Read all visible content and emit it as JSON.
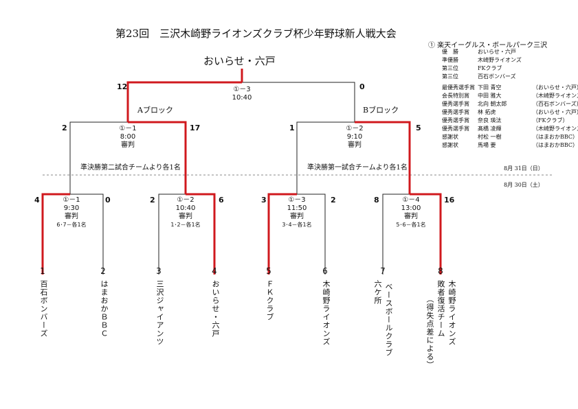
{
  "title": "第23回　三沢木崎野ライオンズクラブ杯少年野球新人戦大会",
  "champion": "おいらせ・六戸",
  "blocks": {
    "a": "Aブロック",
    "b": "Bブロック"
  },
  "final": {
    "label": "①－3",
    "time": "10:40",
    "score_left": "12",
    "score_right": "0"
  },
  "semis": [
    {
      "label": "①－1",
      "time": "8:00",
      "referee": "審判",
      "score_left": "2",
      "score_right": "17",
      "note": "準決勝第二試合チームより各1名"
    },
    {
      "label": "①－2",
      "time": "9:10",
      "referee": "審判",
      "score_left": "1",
      "score_right": "5",
      "note": "準決勝第一試合チームより各1名"
    }
  ],
  "first_round": [
    {
      "label": "①－1",
      "time": "9:30",
      "referee": "審判",
      "ref_note": "6･7－各1名",
      "score_left": "4",
      "score_right": "0"
    },
    {
      "label": "①－2",
      "time": "10:40",
      "referee": "審判",
      "ref_note": "1･2－各1名",
      "score_left": "2",
      "score_right": "6"
    },
    {
      "label": "①－3",
      "time": "11:50",
      "referee": "審判",
      "ref_note": "3･4－各1名",
      "score_left": "3",
      "score_right": "2"
    },
    {
      "label": "①－4",
      "time": "13:00",
      "referee": "審判",
      "ref_note": "5･6－各1名",
      "score_left": "8",
      "score_right": "16"
    }
  ],
  "teams": [
    {
      "seed": "1",
      "name": "百石ボンバーズ"
    },
    {
      "seed": "2",
      "name": "はまおかＢＢＣ"
    },
    {
      "seed": "3",
      "name": "三沢ジャイアンツ"
    },
    {
      "seed": "4",
      "name": "おいらせ・六戸"
    },
    {
      "seed": "5",
      "name": "ＦＫクラブ"
    },
    {
      "seed": "6",
      "name": "木崎野ライオンズ"
    },
    {
      "seed": "7",
      "name_a": "ベースボールクラブ",
      "name_b": "六ケ所"
    },
    {
      "seed": "8",
      "name_a": "木崎野ライオンズ",
      "name_b": "敗者復活チーム",
      "name_c": "（得失点差による）"
    }
  ],
  "results": {
    "venue": "① 楽天イーグルス・ボールパーク三沢",
    "rows": [
      {
        "label": "優　勝",
        "name": "おいらせ・六戸",
        "team": ""
      },
      {
        "label": "準優勝",
        "name": "木崎野ライオンズ",
        "team": ""
      },
      {
        "label": "第三位",
        "name": "FKクラブ",
        "team": ""
      },
      {
        "label": "第三位",
        "name": "百石ボンバーズ",
        "team": ""
      },
      {
        "label": "最優秀選手賞",
        "name": "下田 青空",
        "team": "（おいらせ・六戸）"
      },
      {
        "label": "会長特別賞",
        "name": "中田 雅大",
        "team": "（木崎野ライオンズ）"
      },
      {
        "label": "優秀選手賞",
        "name": "北向 朝太郎",
        "team": "（百石ボンバーズ）"
      },
      {
        "label": "優秀選手賞",
        "name": "林 拓虎",
        "team": "（おいらせ・六戸）"
      },
      {
        "label": "優秀選手賞",
        "name": "奈良 瑛汰",
        "team": "（FKクラブ）"
      },
      {
        "label": "優秀選手賞",
        "name": "髙橋 凌輝",
        "team": "（木崎野ライオンズ）"
      },
      {
        "label": "感謝状",
        "name": "村松 一樹",
        "team": "（はまおかBBC）"
      },
      {
        "label": "感謝状",
        "name": "馬場 要",
        "team": "（はまおかBBC）"
      }
    ],
    "date_day2": "8月 31日（日）",
    "date_day1": "8月 30日（土）"
  },
  "colors": {
    "winner": "#d0191e",
    "line": "#222222",
    "divider": "#888888"
  }
}
